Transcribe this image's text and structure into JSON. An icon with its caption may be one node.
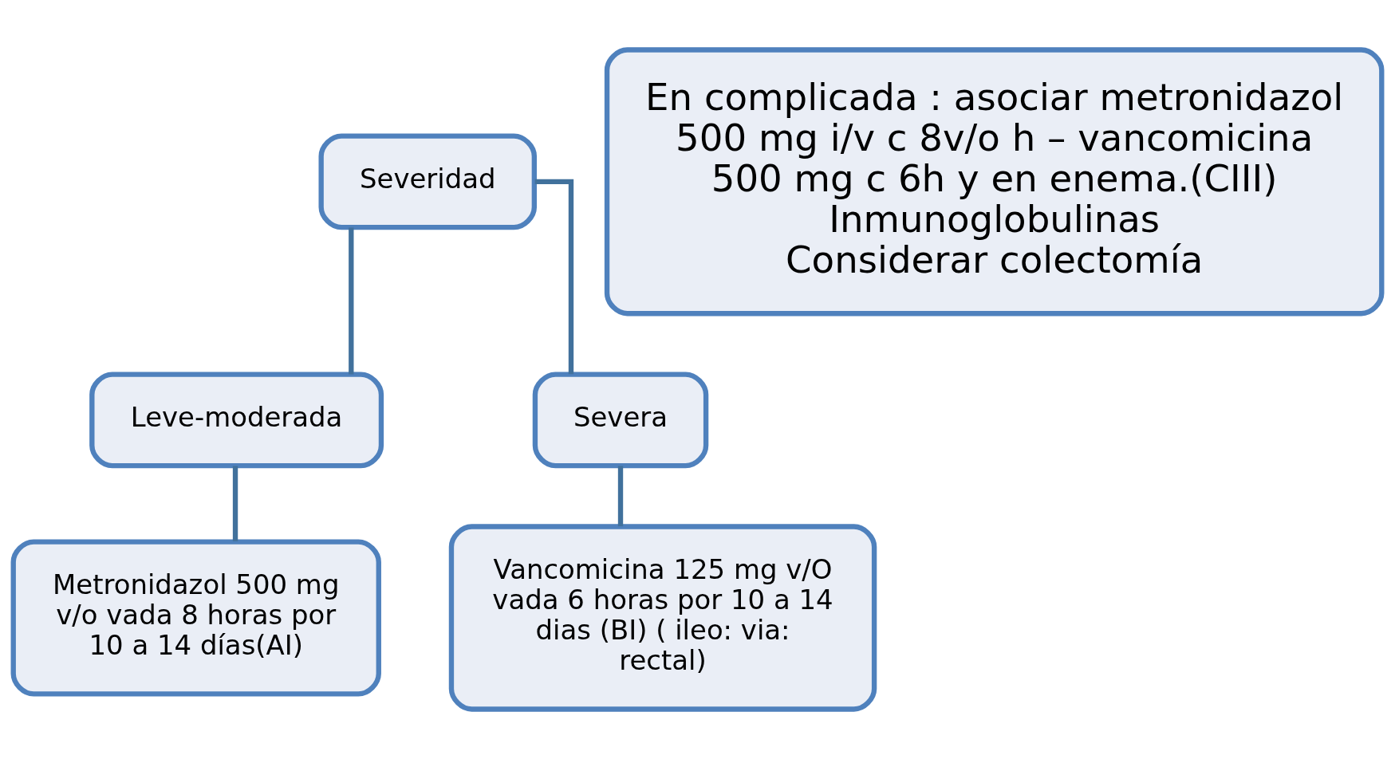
{
  "diagram": {
    "nodes": [
      {
        "text": [
          "Severidad"
        ]
      },
      {
        "text": [
          "Leve-moderada"
        ]
      },
      {
        "text": [
          "Severa"
        ]
      },
      {
        "text": [
          "Metronidazol 500 mg v/o vada 8 horas por 10 a 14 días(AI)"
        ]
      },
      {
        "text": [
          "Vancomicina 125 mg v/O vada 6 horas por 10 a 14 dias (BI) ( ileo: via: rectal)"
        ]
      },
      {
        "text": [
          "En complicada : asociar metronidazol 500 mg i/v c 8v/o h – vancomicina 500 mg c 6h y en enema.(CIII)",
          "Inmunoglobulinas",
          "Considerar colectomía"
        ]
      }
    ],
    "edges": [
      {
        "from": 0,
        "to": 1,
        "arrow": "none"
      },
      {
        "from": 0,
        "to": 2,
        "arrow": "none"
      },
      {
        "from": 1,
        "to": 3,
        "arrow": "none"
      },
      {
        "from": 2,
        "to": 4,
        "arrow": "none"
      }
    ]
  }
}
